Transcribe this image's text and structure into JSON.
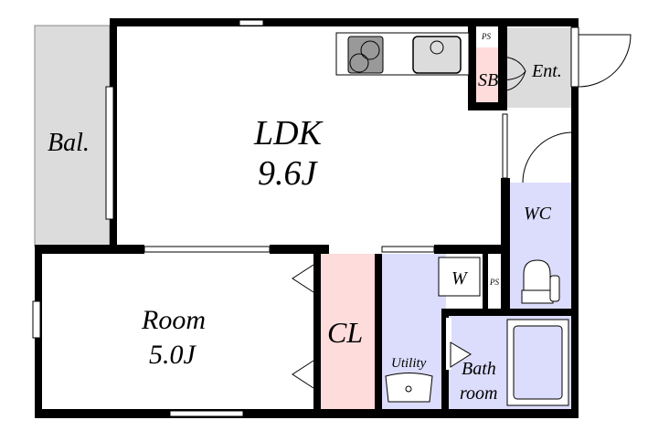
{
  "rooms": {
    "balcony": {
      "label": "Bal."
    },
    "ldk": {
      "label": "LDK",
      "size": "9.6J"
    },
    "room": {
      "label": "Room",
      "size": "5.0J"
    },
    "closet": {
      "label": "CL"
    },
    "shoe_box": {
      "label": "SB"
    },
    "entrance": {
      "label": "Ent."
    },
    "pipe_space_top": {
      "label": "PS"
    },
    "pipe_space_mid": {
      "label": "PS"
    },
    "wc": {
      "label": "WC"
    },
    "washer": {
      "label": "W"
    },
    "utility": {
      "label": "Utility"
    },
    "bathroom": {
      "label_line1": "Bath",
      "label_line2": "room"
    }
  },
  "colors": {
    "wall": "#000000",
    "balcony_fill": "#dcdcdc",
    "entrance_fill": "#dcdcdc",
    "wet_area_fill": "#dcdcfc",
    "closet_fill": "#ffdcdc",
    "stove": "#999999",
    "sink": "#dcdcdc"
  }
}
